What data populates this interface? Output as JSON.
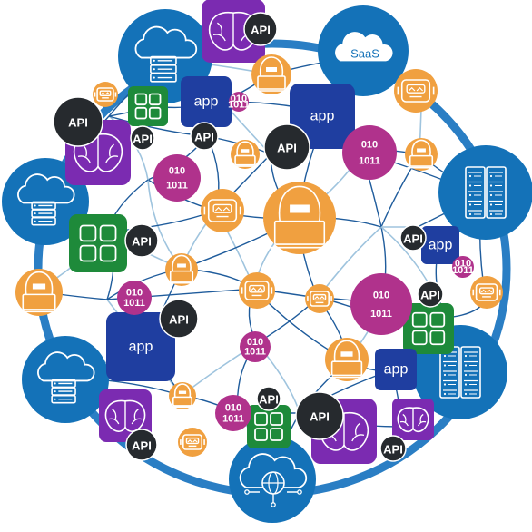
{
  "labels": {
    "api": "API",
    "app": "app",
    "saas": "SaaS",
    "binary_top": "010",
    "binary_bottom": "1011"
  },
  "colors": {
    "blue": "#1472b8",
    "ring": "#2a7ec4",
    "navy": "#1f3ea0",
    "purple": "#7b2bb1",
    "green": "#1e8a3a",
    "orange": "#f0a040",
    "magenta": "#b0328c",
    "dark": "#262a2e",
    "line": "#1f5c9c",
    "line_light": "#9fc4de"
  },
  "icons": {
    "cloud_server": "cloud-server-icon",
    "cloud_saas": "cloud-saas-icon",
    "cloud_globe": "cloud-globe-icon",
    "server_rack": "server-rack-icon",
    "brain": "brain-icon",
    "apps_grid": "apps-grid-icon",
    "hacker": "hacker-icon",
    "robot": "robot-icon"
  }
}
